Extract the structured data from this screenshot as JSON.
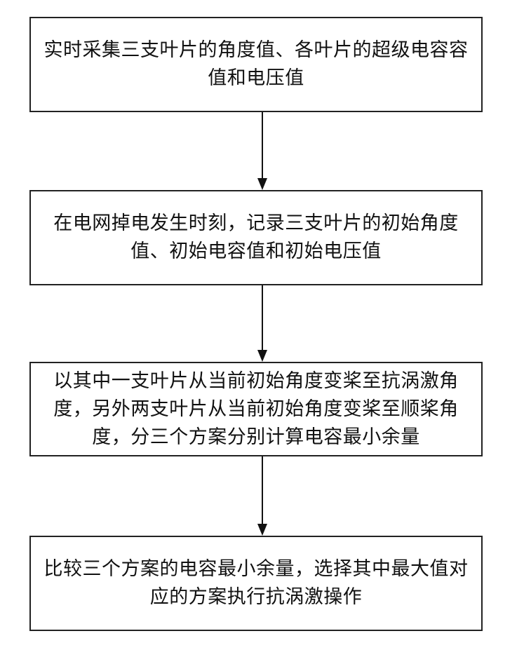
{
  "flowchart": {
    "steps": [
      {
        "text": "实时采集三支叶片的角度值、各叶片的超级电容容值和电压值"
      },
      {
        "text": "在电网掉电发生时刻，记录三支叶片的初始角度值、初始电容值和初始电压值"
      },
      {
        "text": "以其中一支叶片从当前初始角度变桨至抗涡激角度，另外两支叶片从当前初始角度变桨至顺桨角度，分三个方案分别计算电容最小余量"
      },
      {
        "text": "比较三个方案的电容最小余量，选择其中最大值对应的方案执行抗涡激操作"
      }
    ],
    "colors": {
      "border": "#222222",
      "arrow": "#111111",
      "background": "#ffffff"
    }
  }
}
